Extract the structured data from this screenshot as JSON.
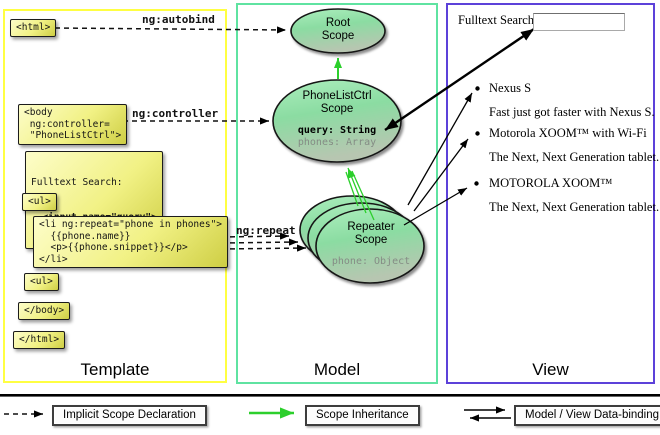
{
  "template_panel": {
    "label": "Template",
    "border_color": "#ffff42",
    "boxes": {
      "html_open": "<html>",
      "body_open": "<body\n ng:controller=\n \"PhoneListCtrl\">",
      "fulltext_line1": "Fulltext Search:",
      "fulltext_line2": "  <input name=\"query\">",
      "ul_open": "<ul>",
      "li_repeat": "<li ng:repeat=\"phone in phones\">\n  {{phone.name}}\n  <p>{{phone.snippet}}</p>\n</li>",
      "ul_close": "<ul>",
      "body_close": "</body>",
      "html_close": "</html>"
    },
    "edge_labels": {
      "autobind": "ng:autobind",
      "controller": "ng:controller",
      "repeat": "ng:repeat"
    }
  },
  "model_panel": {
    "label": "Model",
    "border_color": "#5fe3a1",
    "root_scope_title": "Root\nScope",
    "phonelist_title": "PhoneListCtrl\nScope",
    "phonelist_query": "query: String",
    "phonelist_phones": "phones: Array",
    "repeater_title": "Repeater\nScope",
    "repeater_phone": "phone: Object"
  },
  "view_panel": {
    "label": "View",
    "border_color": "#5c41d9",
    "search_label": "Fulltext Search:",
    "search_value": "",
    "items": [
      {
        "title": "Nexus S",
        "desc": "Fast just got faster with Nexus S."
      },
      {
        "title": "Motorola XOOM™ with Wi-Fi",
        "desc": "The Next, Next Generation tablet."
      },
      {
        "title": "MOTOROLA XOOM™",
        "desc": "The Next, Next Generation tablet."
      }
    ]
  },
  "legend": {
    "implicit": "Implicit Scope Declaration",
    "inheritance": "Scope Inheritance",
    "databinding": "Model / View Data-binding",
    "arrow_green": "#2ccf2c"
  }
}
